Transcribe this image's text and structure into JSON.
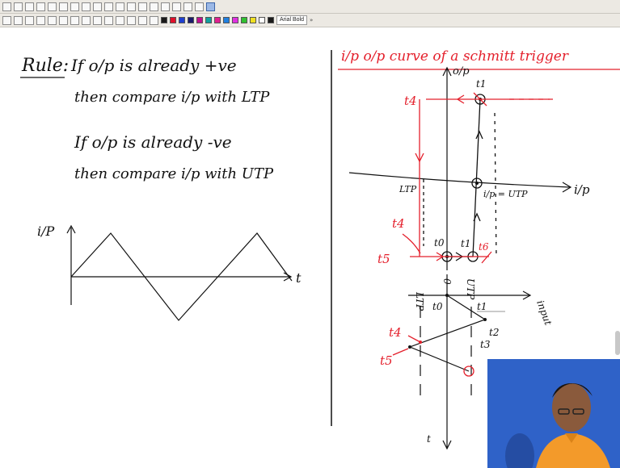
{
  "toolbar": {
    "row1_icons": [
      "new-icon",
      "open-icon",
      "save-icon",
      "cut-icon",
      "copy-icon",
      "paste-icon",
      "undo-icon",
      "redo-icon",
      "pen-icon",
      "back-icon",
      "forward-icon",
      "first-page-icon",
      "last-page-icon",
      "zoom-in-icon",
      "zoom-out-icon",
      "zoom-fit-icon",
      "zoom-page-icon",
      "zoom-width-icon",
      "fullscreen-icon"
    ],
    "row2_icons": [
      "pen-tool-icon",
      "highlighter-icon",
      "line-icon",
      "text-icon",
      "image-icon",
      "eraser-icon",
      "shape-icon",
      "select-icon",
      "grid-icon",
      "hand-icon",
      "undo2-icon",
      "lasso-icon",
      "thickness-icon",
      "dots-icon"
    ],
    "swatches": [
      "#1a1a1a",
      "#e0102a",
      "#2040d0",
      "#1a1a6a",
      "#c01090",
      "#10a0a0",
      "#e02090",
      "#2080e0",
      "#e030e0",
      "#30c030",
      "#f0e020",
      "#ffffff",
      "#1a1a1a"
    ],
    "font_name": "Arial Bold",
    "more": "»"
  },
  "board": {
    "rule": {
      "label": "Rule:",
      "line1": "If o/p is already +ve",
      "line2": "then compare i/p with LTP",
      "line3": "If o/p is already -ve",
      "line4": "then compare i/p with UTP"
    },
    "input_wave": {
      "ylabel": "i/P",
      "xlabel": "t"
    },
    "title": "i/p o/p curve of a schmitt trigger",
    "curve": {
      "y_axis": "o/p",
      "x_axis": "i/p",
      "ltp": "LTP",
      "utp_note": "i/p = UTP",
      "t4_top": "t4",
      "t1_top": "t1",
      "t4_mid": "t4",
      "t5_mid": "t5",
      "t0_mid": "t0",
      "t1_mid": "t1",
      "t6_mid": "t6"
    },
    "timeline": {
      "ltp": "LTP",
      "utp": "UTP",
      "zero": "0",
      "t": "t",
      "input": "input",
      "t0": "t0",
      "t1": "t1",
      "t2": "t2",
      "t3": "t3",
      "t4": "t4",
      "t5": "t5"
    }
  },
  "colors": {
    "ink": "#111111",
    "red": "#e4202c",
    "toolbar": "#ece9e3",
    "webcam_bg": "#2f62c8",
    "shirt": "#f39a2a"
  }
}
